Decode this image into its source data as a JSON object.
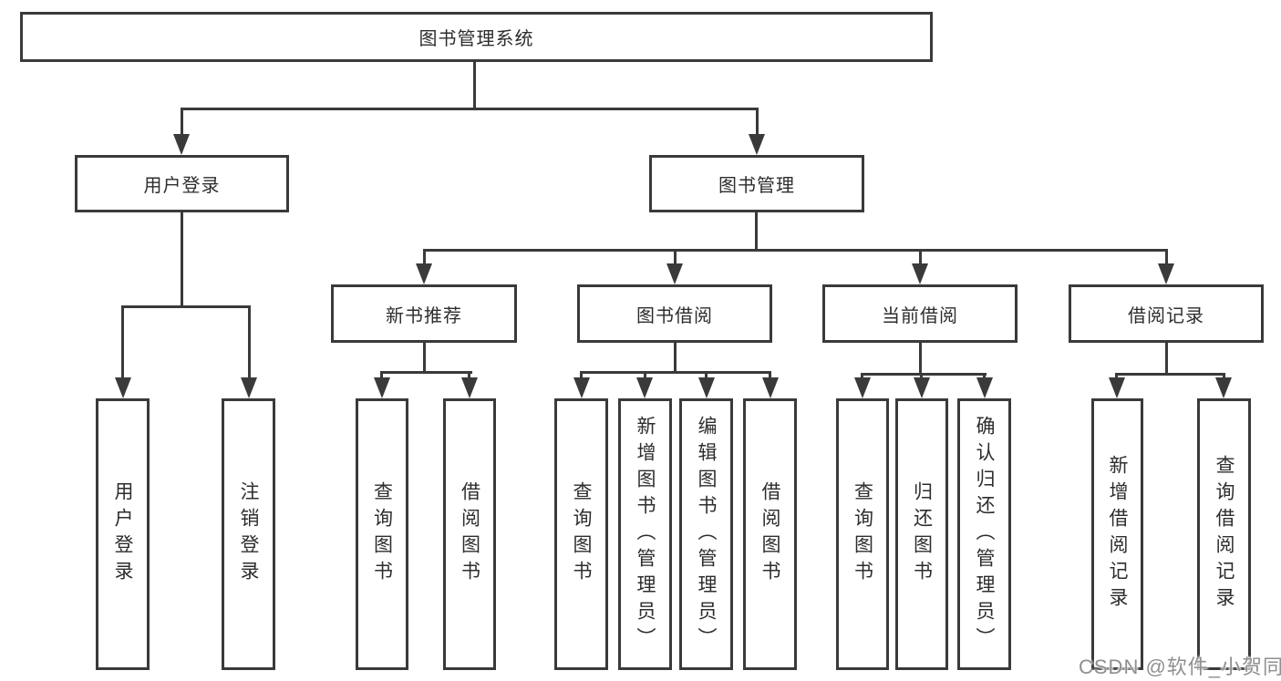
{
  "diagram": {
    "type": "hierarchy-tree",
    "colors": {
      "line": "#3a3a3a",
      "box_background": "#ffffff",
      "text": "#2d2d2d",
      "watermark": "#8f8f8f"
    },
    "tree": {
      "root": {
        "label": "图书管理系统",
        "children": [
          {
            "label": "用户登录",
            "children": [
              {
                "label": "用户登录"
              },
              {
                "label": "注销登录"
              }
            ]
          },
          {
            "label": "图书管理",
            "children": [
              {
                "label": "新书推荐",
                "children": [
                  {
                    "label": "查询图书"
                  },
                  {
                    "label": "借阅图书"
                  }
                ]
              },
              {
                "label": "图书借阅",
                "children": [
                  {
                    "label": "查询图书"
                  },
                  {
                    "label": "新增图书（管理员）"
                  },
                  {
                    "label": "编辑图书（管理员）"
                  },
                  {
                    "label": "借阅图书"
                  }
                ]
              },
              {
                "label": "当前借阅",
                "children": [
                  {
                    "label": "查询图书"
                  },
                  {
                    "label": "归还图书"
                  },
                  {
                    "label": "确认归还（管理员）"
                  }
                ]
              },
              {
                "label": "借阅记录",
                "children": [
                  {
                    "label": "新增借阅记录"
                  },
                  {
                    "label": "查询借阅记录"
                  }
                ]
              }
            ]
          }
        ]
      }
    }
  },
  "watermark": {
    "text": "CSDN @软件_小贺同学"
  }
}
